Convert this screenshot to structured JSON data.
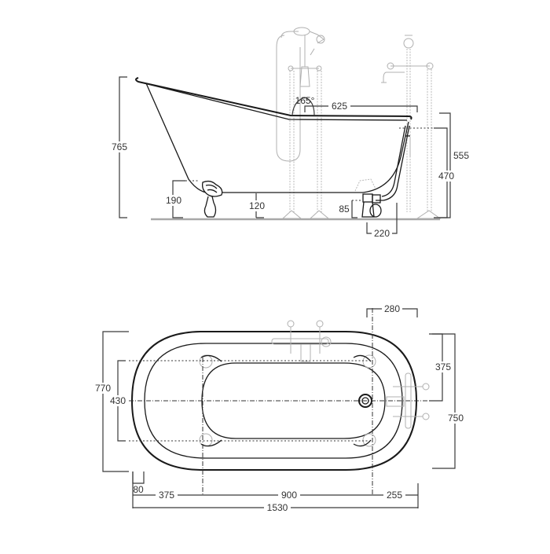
{
  "diagram": {
    "subject": "Slipper clawfoot bathtub technical drawing",
    "side_view": {
      "dimensions": {
        "overall_height": "765",
        "foot_height": "190",
        "base_clearance": "120",
        "backrest_angle": "165°",
        "rim_flat_length": "625",
        "rim_height_end": "555",
        "overflow_height": "470",
        "waste_height": "85",
        "waste_offset": "220"
      }
    },
    "plan_view": {
      "dimensions": {
        "overall_width": "770",
        "feet_spacing_width": "430",
        "foot_offset": "80",
        "left_to_foot": "375",
        "feet_spacing_length": "900",
        "foot_to_end": "255",
        "overall_length": "1530",
        "tap_offset": "280",
        "centre_to_edge": "375",
        "end_width": "750"
      }
    },
    "colors": {
      "line": "#1a1a1a",
      "dimension": "#3a3a3a",
      "fittings": "#b0b0b0",
      "floor": "#a8a8a8"
    }
  }
}
